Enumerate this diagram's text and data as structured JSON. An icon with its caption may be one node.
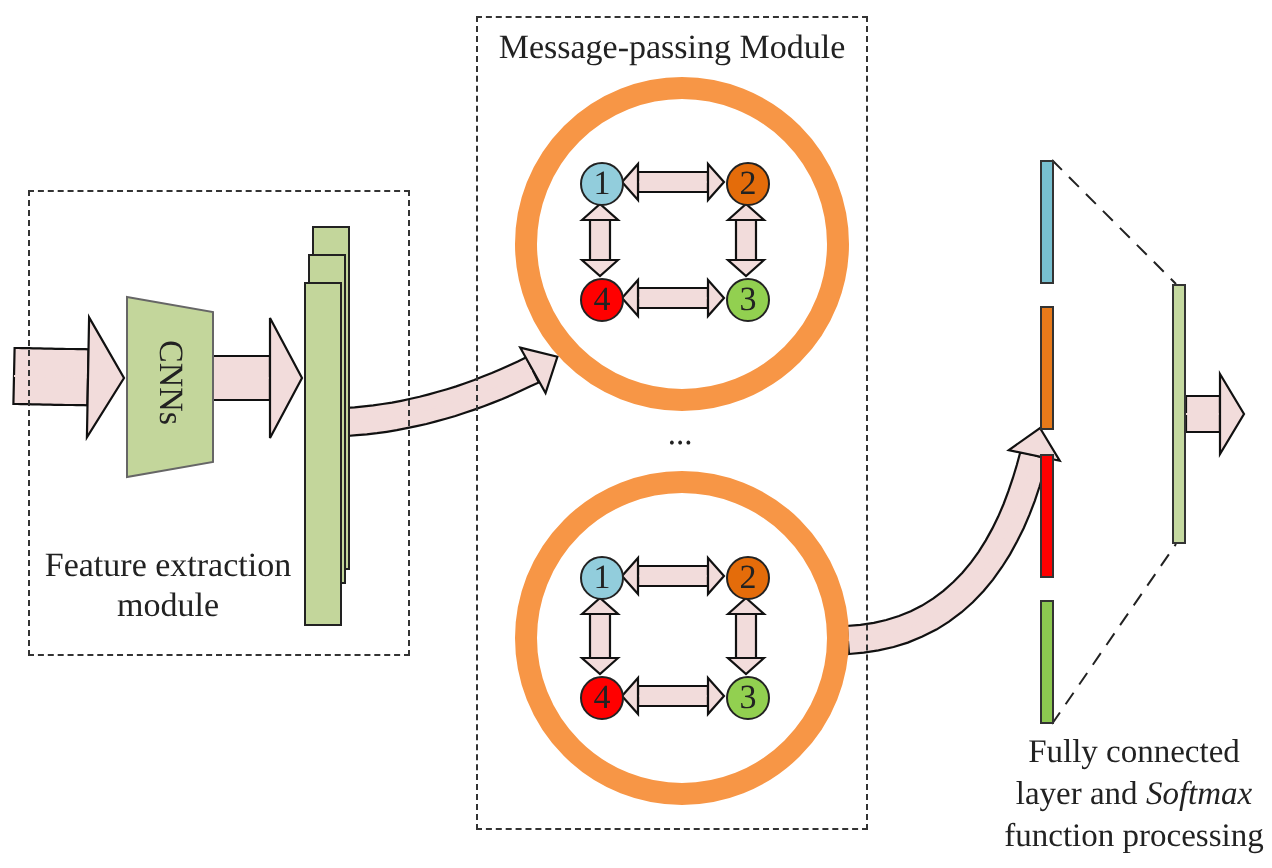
{
  "diagram": {
    "nodes": [
      {
        "text": [
          "Feature extraction module"
        ]
      },
      {
        "text": [
          "CNNs"
        ],
        "in": 0
      },
      {
        "text": [],
        "shape": "bar",
        "in": 0
      },
      {
        "text": [
          "Message-passing Module"
        ]
      },
      {
        "text": [],
        "shape": "circle",
        "in": 3
      },
      {
        "text": [
          "1"
        ],
        "in": 4
      },
      {
        "text": [
          "2"
        ],
        "in": 4
      },
      {
        "text": [
          "4"
        ],
        "in": 4
      },
      {
        "text": [
          "3"
        ],
        "in": 4
      },
      {
        "text": [],
        "shape": "circle",
        "in": 3
      },
      {
        "text": [
          "1"
        ],
        "in": 9
      },
      {
        "text": [
          "2"
        ],
        "in": 9
      },
      {
        "text": [
          "4"
        ],
        "in": 9
      },
      {
        "text": [
          "3"
        ],
        "in": 9
      },
      {
        "text": [],
        "shape": "bar"
      },
      {
        "text": [],
        "shape": "bar"
      },
      {
        "text": [],
        "shape": "bar"
      },
      {
        "text": [],
        "shape": "bar"
      },
      {
        "text": [],
        "shape": "bar"
      }
    ],
    "edges": [
      {
        "from": null,
        "to": 1,
        "arrow": "to"
      },
      {
        "from": 1,
        "to": 2,
        "arrow": "to"
      },
      {
        "from": 2,
        "to": 4,
        "arrow": "to"
      },
      {
        "from": 5,
        "to": 6,
        "arrow": "both"
      },
      {
        "from": 5,
        "to": 7,
        "arrow": "both"
      },
      {
        "from": 6,
        "to": 8,
        "arrow": "both"
      },
      {
        "from": 7,
        "to": 8,
        "arrow": "both"
      },
      {
        "from": 10,
        "to": 11,
        "arrow": "both"
      },
      {
        "from": 10,
        "to": 12,
        "arrow": "both"
      },
      {
        "from": 11,
        "to": 13,
        "arrow": "both"
      },
      {
        "from": 12,
        "to": 13,
        "arrow": "both"
      },
      {
        "from": 9,
        "to": 15,
        "arrow": "to"
      },
      {
        "from": 14,
        "to": 18,
        "arrow": "none",
        "style": "dashed",
        "color": "#222222"
      },
      {
        "from": 17,
        "to": 18,
        "arrow": "none",
        "style": "dashed",
        "color": "#222222"
      },
      {
        "from": 18,
        "to": null,
        "arrow": "to"
      }
    ],
    "labels": [
      "...",
      "Fully connected layer and *Softmax* function processing"
    ]
  }
}
